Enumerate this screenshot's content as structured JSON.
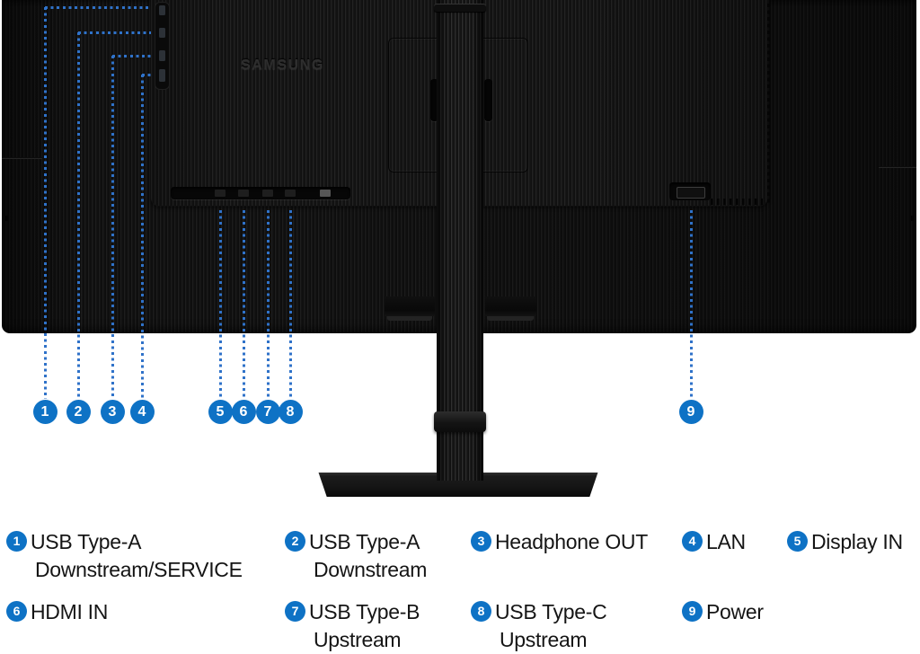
{
  "product": {
    "brand_logo": "SAMSUNG"
  },
  "colors": {
    "accent_blue": "#0e72c5",
    "callout_dot_blue": "#2f72c9"
  },
  "callouts": [
    {
      "number": "1",
      "target": "usb-type-a-downstream-service-port"
    },
    {
      "number": "2",
      "target": "usb-type-a-downstream-port"
    },
    {
      "number": "3",
      "target": "headphone-out-port"
    },
    {
      "number": "4",
      "target": "lan-port"
    },
    {
      "number": "5",
      "target": "display-in-port"
    },
    {
      "number": "6",
      "target": "hdmi-in-port"
    },
    {
      "number": "7",
      "target": "usb-type-b-upstream-port"
    },
    {
      "number": "8",
      "target": "usb-type-c-upstream-port"
    },
    {
      "number": "9",
      "target": "power-port"
    }
  ],
  "legend": {
    "items": [
      {
        "number": "1",
        "line1": "USB Type-A",
        "line2": "Downstream/SERVICE"
      },
      {
        "number": "2",
        "line1": "USB Type-A",
        "line2": "Downstream"
      },
      {
        "number": "3",
        "line1": "Headphone OUT"
      },
      {
        "number": "4",
        "line1": "LAN"
      },
      {
        "number": "5",
        "line1": "Display IN"
      },
      {
        "number": "6",
        "line1": "HDMI IN"
      },
      {
        "number": "7",
        "line1": "USB Type-B",
        "line2": "Upstream"
      },
      {
        "number": "8",
        "line1": "USB Type-C",
        "line2": "Upstream"
      },
      {
        "number": "9",
        "line1": "Power"
      }
    ]
  }
}
